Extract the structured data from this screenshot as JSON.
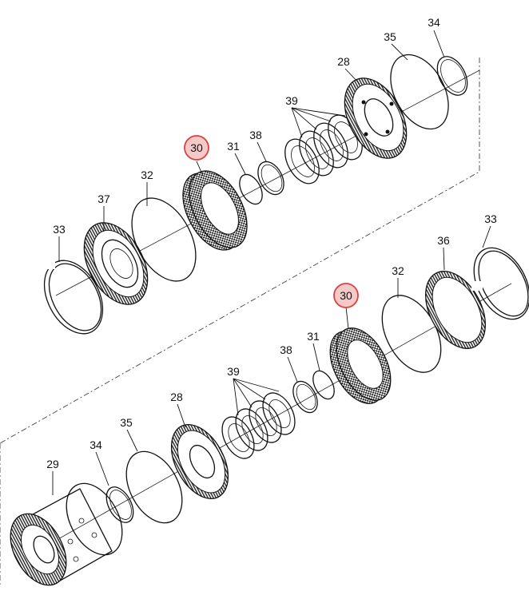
{
  "callouts": [
    {
      "label": "34"
    },
    {
      "label": "35"
    },
    {
      "label": "28"
    },
    {
      "label": "39"
    },
    {
      "label": "30",
      "highlighted": true
    },
    {
      "label": "31"
    },
    {
      "label": "38"
    },
    {
      "label": "32"
    },
    {
      "label": "37"
    },
    {
      "label": "33"
    },
    {
      "label": "33"
    },
    {
      "label": "36"
    },
    {
      "label": "32"
    },
    {
      "label": "30",
      "highlighted": true
    },
    {
      "label": "31"
    },
    {
      "label": "38"
    },
    {
      "label": "39"
    },
    {
      "label": "28"
    },
    {
      "label": "35"
    },
    {
      "label": "34"
    },
    {
      "label": "29"
    }
  ],
  "colors": {
    "highlight_fill": "#f6c9c9",
    "highlight_stroke": "#d9423f",
    "line": "#111111"
  }
}
